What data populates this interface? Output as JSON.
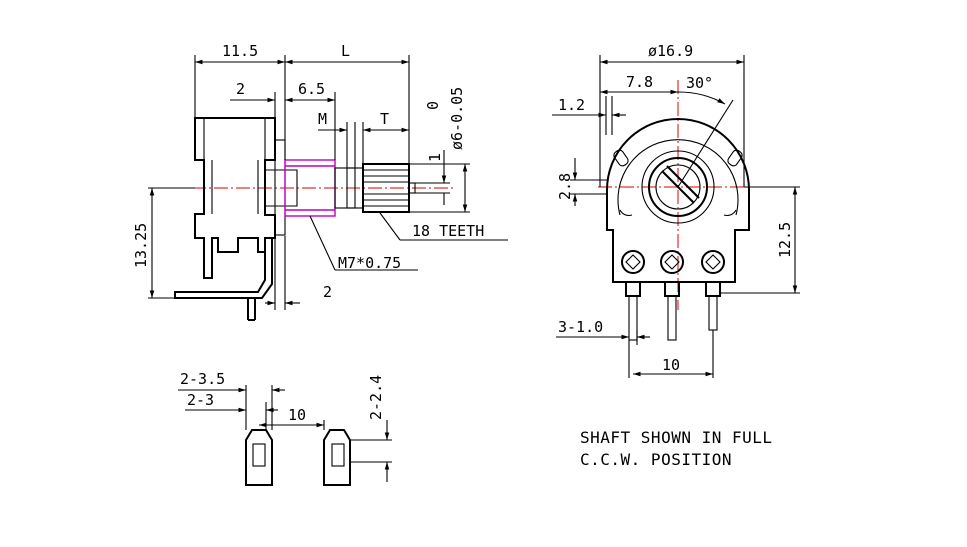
{
  "side_view": {
    "dim_body_width": "11.5",
    "dim_shaft_length": "L",
    "dim_flange": "2",
    "dim_bushing": "6.5",
    "dim_m": "M",
    "dim_t": "T",
    "dim_tol_zero": "0",
    "dim_shaft_dia": "ø6-0.05",
    "dim_one": "1",
    "dim_height": "13.25",
    "dim_pin_offset": "2",
    "label_teeth": "18 TEETH",
    "label_thread": "M7*0.75"
  },
  "front_view": {
    "dim_dia": "ø16.9",
    "dim_offset": "7.8",
    "dim_angle": "30°",
    "dim_slot": "1.2",
    "dim_slot_h": "2.8",
    "dim_height": "12.5",
    "dim_pins": "3-1.0",
    "dim_pitch": "10"
  },
  "pin_detail": {
    "dim_a": "2-3.5",
    "dim_b": "2-3",
    "dim_pitch": "10",
    "dim_side": "2-2.4"
  },
  "note": {
    "line1": "SHAFT SHOWN IN FULL",
    "line2": "C.C.W. POSITION"
  },
  "colors": {
    "centerline": "#e00000",
    "thread": "#c000c0",
    "ink": "#000000"
  }
}
